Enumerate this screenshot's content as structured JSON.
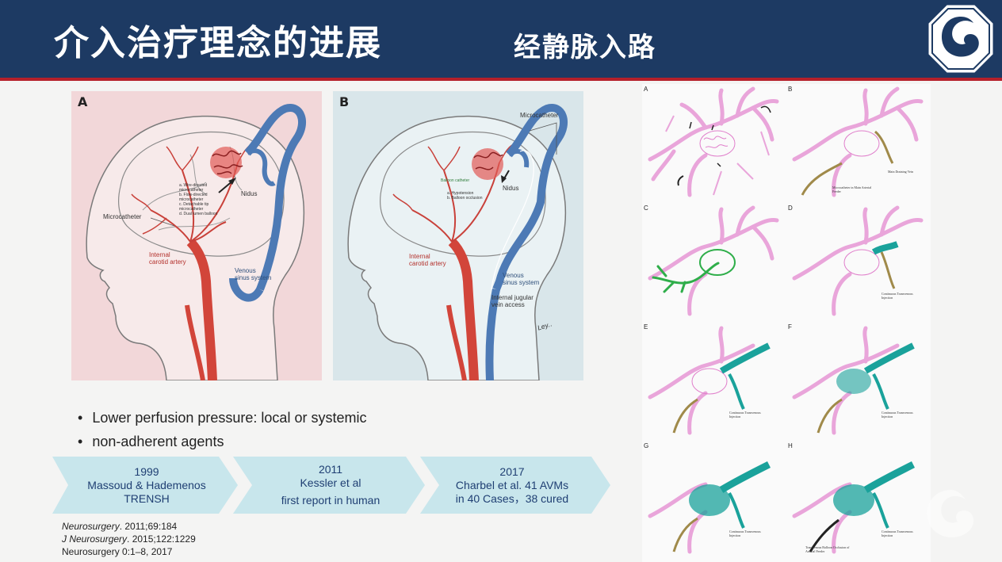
{
  "header": {
    "title": "介入治疗理念的进展",
    "subtitle": "经静脉入路",
    "brand_color": "#1d3a63",
    "accent_color": "#b5202a"
  },
  "figure_left": {
    "panel_a": {
      "letter": "A",
      "labels": {
        "nidus": "Nidus",
        "microcatheter": "Microcatheter",
        "ica_1": "Internal",
        "ica_2": "carotid artery",
        "venous_1": "Venous",
        "venous_2": "sinus system",
        "list": [
          "a. Wire-directed",
          "microcatheter",
          "b. Flow-directed",
          "microcatheter",
          "c. Detachable tip",
          "microcatheter",
          "d. Dual lumen balloon"
        ]
      }
    },
    "panel_b": {
      "letter": "B",
      "labels": {
        "microcatheter": "Microcatheter",
        "balloon": "Balloon catheter",
        "nidus": "Nidus",
        "list_1": "a. Hypotension",
        "list_2": "b. Balloon occlusion",
        "ica_1": "Internal",
        "ica_2": "carotid artery",
        "venous_1": "Venous",
        "venous_2": "sinus system",
        "ijv_1": "Internal jugular",
        "ijv_2": "vein access",
        "signature": "Ley.."
      }
    }
  },
  "bullets": [
    "Lower perfusion pressure: local or systemic",
    "non-adherent agents"
  ],
  "timeline": [
    {
      "line1": "1999",
      "line2": "Massoud & Hademenos",
      "line3": "TRENSH"
    },
    {
      "line1": "2011",
      "line2": "Kessler et al",
      "line3": "first report in human"
    },
    {
      "line1": "2017",
      "line2": "Charbel et al. 41 AVMs",
      "line3": "in 40 Cases，38 cured"
    }
  ],
  "timeline_color": "#c8e6ec",
  "references": [
    {
      "journal": "Neurosurgery",
      "rest": ". 2011;69:184"
    },
    {
      "journal": "J Neurosurgery",
      "rest": ". 2015;122:1229"
    },
    {
      "journal": "",
      "rest": "Neurosurgery 0:1–8, 2017"
    }
  ],
  "figure_right": {
    "cells": [
      {
        "letter": "A",
        "caption": ""
      },
      {
        "letter": "B",
        "caption": "Main Draining Vein"
      },
      {
        "letter": "C",
        "caption": ""
      },
      {
        "letter": "D",
        "caption": "Continuous Transvenous Injection"
      },
      {
        "letter": "E",
        "caption": "Continuous Transvenous Injection"
      },
      {
        "letter": "F",
        "caption": "Continuous Transvenous Injection"
      },
      {
        "letter": "G",
        "caption": "Continuous Transvenous Injection"
      },
      {
        "letter": "H",
        "caption": "Continuous Transvenous Injection"
      }
    ],
    "b_caption_2": "Microcatheter in Main Arterial Feeder",
    "h_caption_2": "Transvenous Balloon Occlusion of Arterial Feeder",
    "vessel_color": "#e9a5da",
    "embolic_color": "#1aa29b",
    "feeder_color": "#2fae4a"
  }
}
